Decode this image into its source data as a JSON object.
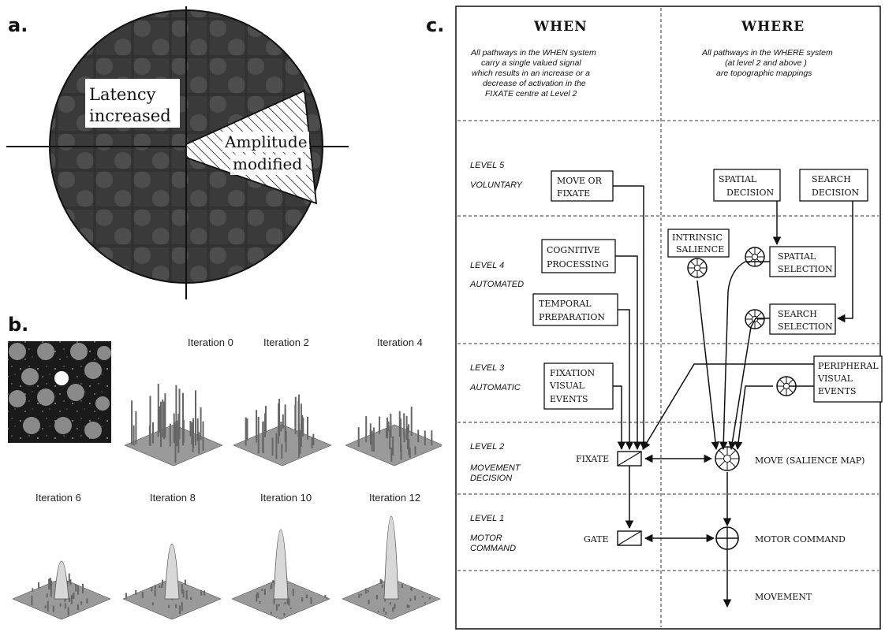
{
  "panel_a": {
    "label": "a.",
    "latency_line1": "Latency",
    "latency_line2": "increased",
    "amplitude_line1": "Amplitude",
    "amplitude_line2": "modified"
  },
  "panel_b": {
    "label": "b.",
    "iterations": [
      "Iteration 0",
      "Iteration 2",
      "Iteration 4",
      "Iteration 6",
      "Iteration 8",
      "Iteration 10",
      "Iteration 12"
    ]
  },
  "panel_c": {
    "label": "c.",
    "when_title": "WHEN",
    "where_title": "WHERE",
    "when_desc": [
      "All pathways in the WHEN system",
      "carry  a single valued signal",
      "which results in an increase or a",
      "decrease of activation in the",
      "FIXATE centre at Level 2"
    ],
    "where_desc": [
      "All pathways in the WHERE system",
      "(at level  2 and above )",
      "are topographic mappings"
    ],
    "levels": [
      {
        "num": "LEVEL  5",
        "name": [
          "VOLUNTARY"
        ]
      },
      {
        "num": "LEVEL  4",
        "name": [
          "AUTOMATED"
        ]
      },
      {
        "num": "LEVEL  3",
        "name": [
          "AUTOMATIC"
        ]
      },
      {
        "num": "LEVEL  2",
        "name": [
          "MOVEMENT",
          "DECISION"
        ]
      },
      {
        "num": "LEVEL  1",
        "name": [
          "MOTOR",
          "COMMAND"
        ]
      }
    ],
    "boxes": {
      "move_or_fixate": [
        "MOVE  OR",
        "FIXATE"
      ],
      "spatial_decision": [
        "SPATIAL",
        "DECISION"
      ],
      "search_decision": [
        "SEARCH",
        "DECISION"
      ],
      "cognitive_processing": [
        "COGNITIVE",
        "PROCESSING"
      ],
      "intrinsic_salience": [
        "INTRINSIC",
        "SALIENCE"
      ],
      "spatial_selection": [
        "SPATIAL",
        "SELECTION"
      ],
      "temporal_preparation": [
        "TEMPORAL",
        "PREPARATION"
      ],
      "search_selection": [
        "SEARCH",
        "SELECTION"
      ],
      "fixation_visual_events": [
        "FIXATION",
        "VISUAL",
        "EVENTS"
      ],
      "peripheral_visual_events": [
        "PERIPHERAL",
        "VISUAL",
        "EVENTS"
      ]
    },
    "labels": {
      "fixate": "FIXATE",
      "move": "MOVE  (SALIENCE MAP)",
      "gate": "GATE",
      "motor_command": "MOTOR COMMAND",
      "movement": "MOVEMENT"
    }
  }
}
